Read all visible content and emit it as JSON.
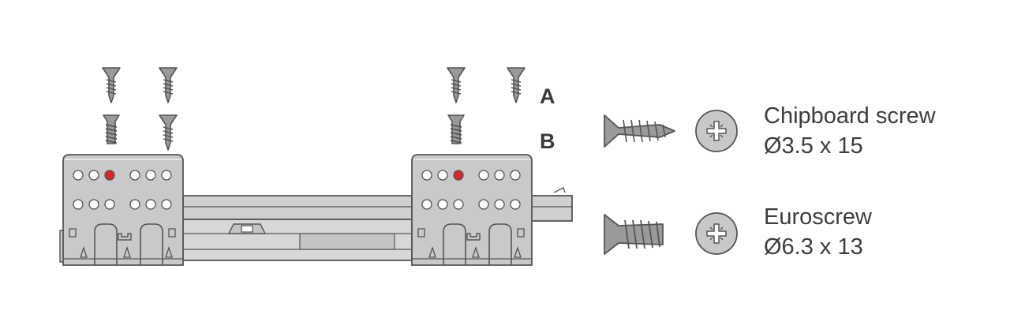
{
  "labels": {
    "row_a": "A",
    "row_b": "B"
  },
  "legend": [
    {
      "name": "Chipboard screw",
      "spec": "Ø3.5 x 15",
      "icon": "chipboard-screw-icon",
      "head_icon": "pozidriv-head-icon"
    },
    {
      "name": "Euroscrew",
      "spec": "Ø6.3 x 13",
      "icon": "euroscrew-icon",
      "head_icon": "pozidriv-head-icon"
    }
  ],
  "colors": {
    "outline": "#555555",
    "bracket_fill": "#c9c9cb",
    "runner_fill": "#cfcfd1",
    "screw_fill": "#9a9a9c",
    "highlight_hole": "#d9262b",
    "text": "#3d3d3d"
  }
}
